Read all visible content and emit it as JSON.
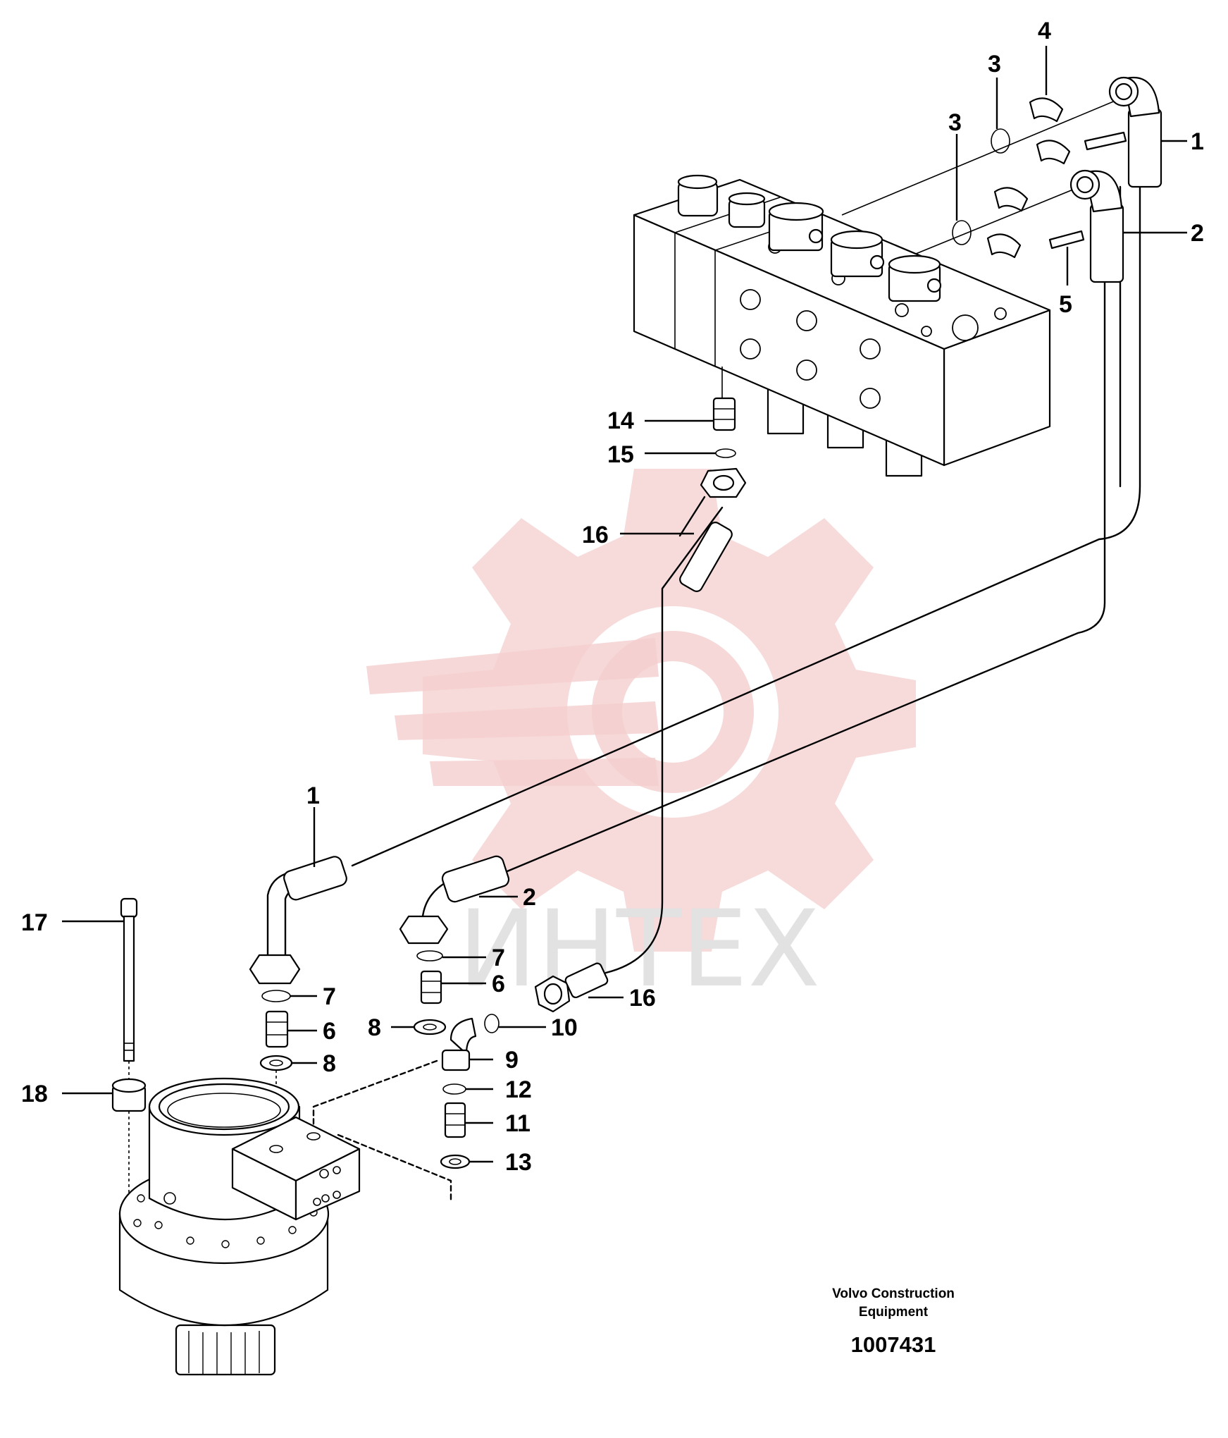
{
  "watermark": {
    "text": "ИНТЕХ",
    "logo_icon": "gear-logo-icon",
    "logo_color": "#f4c9c9",
    "text_color": "#e2e2e2"
  },
  "caption": {
    "line1": "Volvo Construction",
    "line2": "Equipment"
  },
  "document_number": "1007431",
  "callouts": {
    "c1_top": "1",
    "c2_top": "2",
    "c3_a": "3",
    "c3_b": "3",
    "c4": "4",
    "c5": "5",
    "c14": "14",
    "c15": "15",
    "c16_a": "16",
    "c1_bottom": "1",
    "c2_bottom": "2",
    "c17": "17",
    "c18": "18",
    "c7_a": "7",
    "c6_a": "6",
    "c8_a": "8",
    "c7_b": "7",
    "c6_b": "6",
    "c8_b": "8",
    "c10": "10",
    "c16_b": "16",
    "c9": "9",
    "c12": "12",
    "c11": "11",
    "c13": "13"
  }
}
